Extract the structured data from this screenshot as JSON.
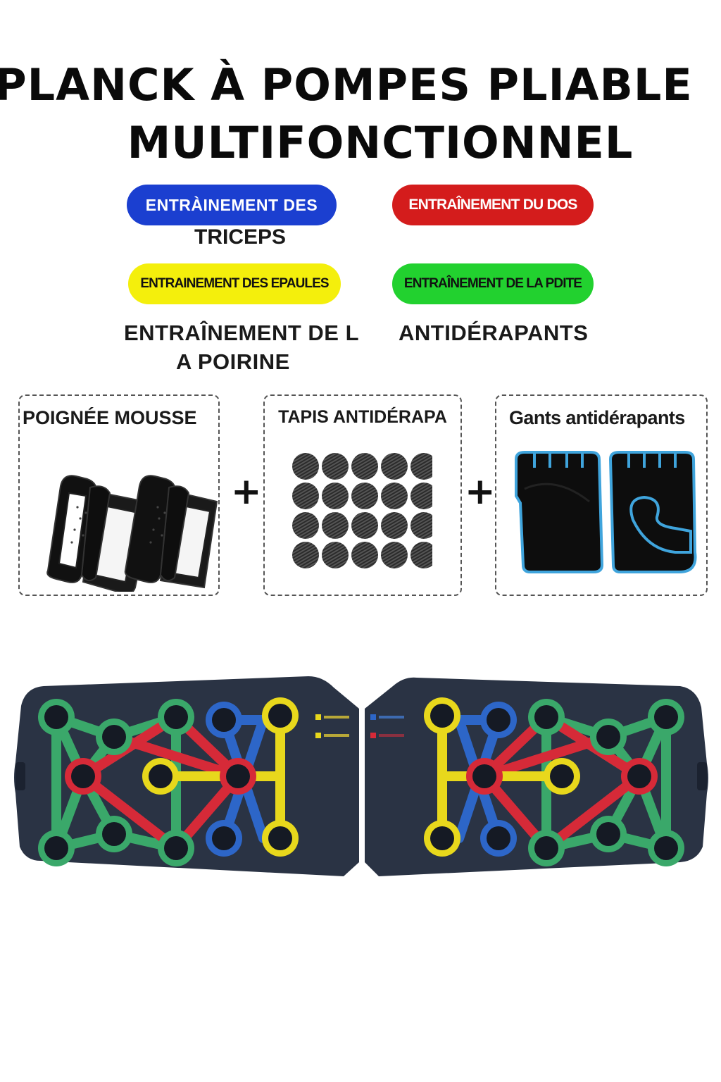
{
  "title": {
    "line1": "PLANCK À POMPES PLIABLE",
    "line2": "MULTIFONCTIONNEL"
  },
  "features": {
    "triceps_pill": "ENTRÀINEMENT DES",
    "triceps_cont": "TRICEPS",
    "dos_pill": "ENTRAÎNEMENT DU DOS",
    "epaules_pill": "ENTRAINEMENT DES EPAULES",
    "pdite_pill": "ENTRAÎNEMENT DE LA PDITE",
    "poitrine_line1": "ENTRAÎNEMENT DE L",
    "poitrine_line2": "A POIRINE",
    "antiderapants": "ANTIDÉRAPANTS"
  },
  "accessories": {
    "handle_label": "POIGNÉE MOUSSE",
    "mat_label": "TAPIS ANTIDÉRAPA",
    "gloves_label": "Gants antidérapants",
    "plus": "+"
  },
  "colors": {
    "blue": "#1b3fd0",
    "red": "#d41c1c",
    "yellow": "#f4ef0c",
    "green": "#22d12f",
    "board": "#2a3344",
    "glove_trim": "#3fa4dc"
  },
  "icons": [
    "foam-handle-icon",
    "anti-slip-pads-icon",
    "gloves-icon",
    "pushup-board-icon"
  ]
}
